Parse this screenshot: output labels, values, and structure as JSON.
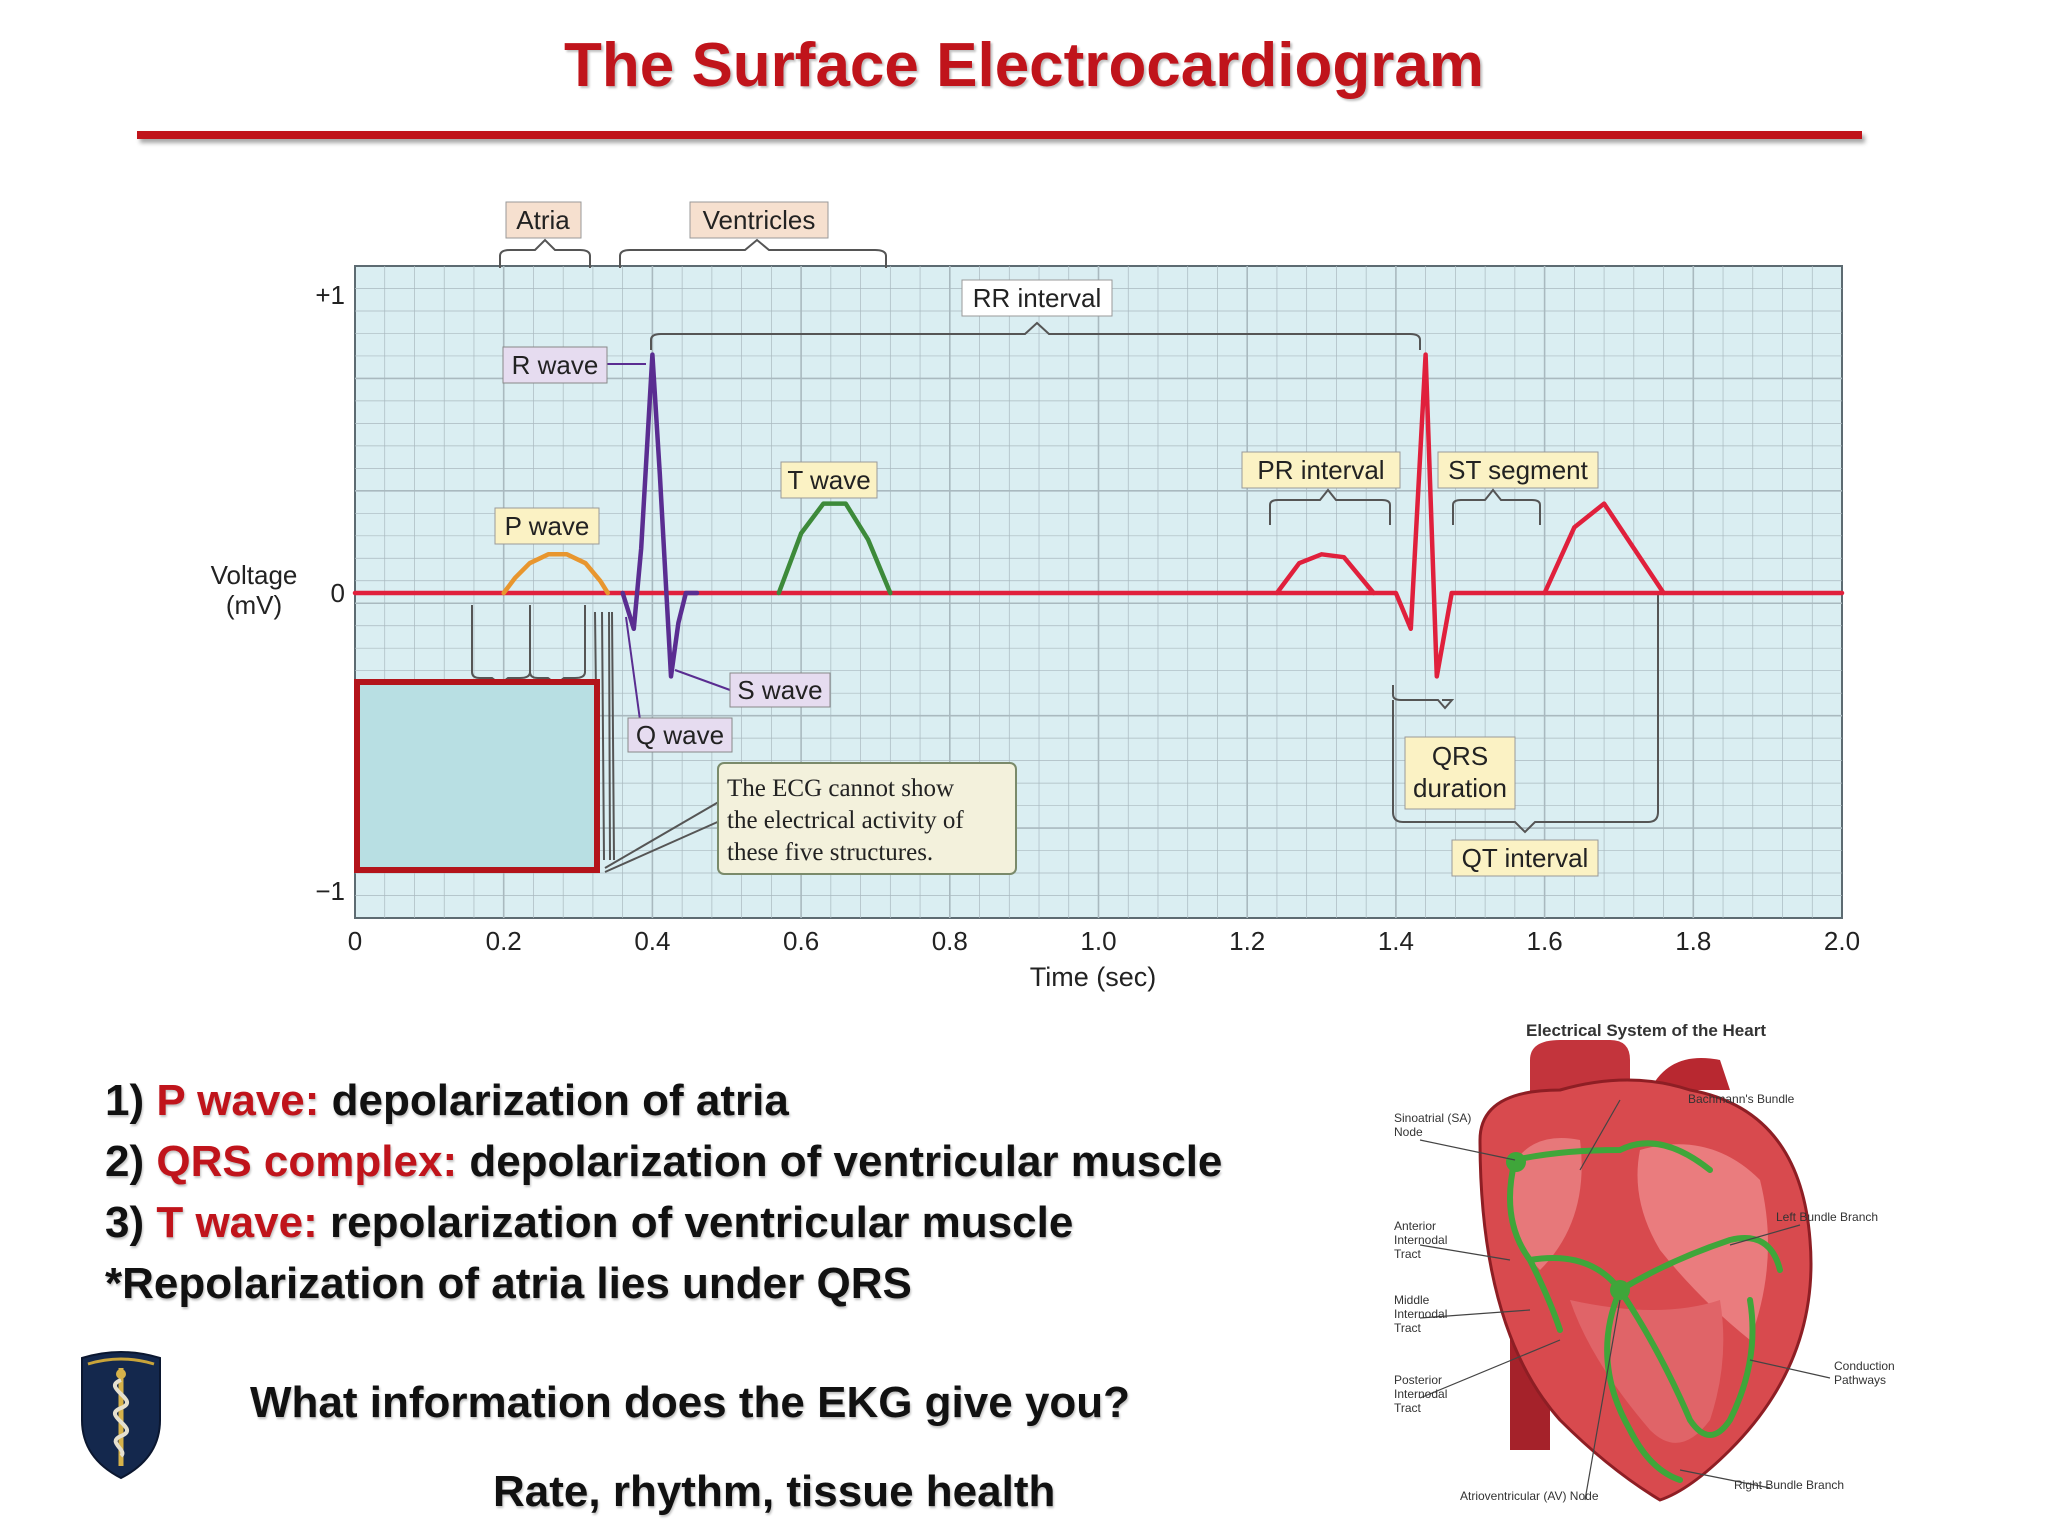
{
  "slide": {
    "title": "The Surface Electrocardiogram",
    "colors": {
      "accent": "#c0141b",
      "grid_bg": "#daeef2",
      "grid_line": "#9aa7ad",
      "callout_bg": "#f6f0dc"
    }
  },
  "chart_data": {
    "type": "line",
    "xlabel": "Time (sec)",
    "ylabel": "Voltage\n(mV)",
    "xlim": [
      0,
      2.0
    ],
    "ylim": [
      -1.1,
      1.0
    ],
    "x_ticks": [
      "0",
      "0.2",
      "0.4",
      "0.6",
      "0.8",
      "1.0",
      "1.2",
      "1.4",
      "1.6",
      "1.8",
      "2.0"
    ],
    "y_ticks": [
      "+1",
      "0",
      "−1"
    ],
    "grid": true,
    "series": [
      {
        "color": "#e0203c",
        "x": [
          0,
          0.2,
          1.24,
          1.4,
          1.42,
          1.44,
          1.455,
          1.475,
          1.49,
          1.52,
          1.56,
          1.6,
          1.76,
          2.0
        ],
        "y": [
          0,
          0,
          0,
          0,
          -0.12,
          0.8,
          -0.28,
          0.0,
          0,
          0,
          0,
          0,
          0,
          0
        ]
      },
      {
        "name": "P wave",
        "color": "#e8962e",
        "x": [
          0.2,
          0.215,
          0.235,
          0.26,
          0.285,
          0.31,
          0.33,
          0.34
        ],
        "y": [
          0,
          0.05,
          0.1,
          0.13,
          0.13,
          0.1,
          0.04,
          0
        ]
      },
      {
        "name": "QRS",
        "color": "#5a2d91",
        "x": [
          0.36,
          0.375,
          0.385,
          0.4,
          0.41,
          0.425,
          0.435,
          0.445,
          0.46
        ],
        "y": [
          0,
          -0.12,
          0.15,
          0.8,
          0.4,
          -0.28,
          -0.1,
          0.0,
          0
        ]
      },
      {
        "name": "T wave",
        "color": "#3d8a3a",
        "x": [
          0.57,
          0.6,
          0.63,
          0.66,
          0.69,
          0.72
        ],
        "y": [
          0,
          0.2,
          0.3,
          0.3,
          0.18,
          0
        ]
      },
      {
        "name": "P wave 2",
        "color": "#e0203c",
        "x": [
          1.24,
          1.27,
          1.3,
          1.33,
          1.35,
          1.37
        ],
        "y": [
          0,
          0.1,
          0.13,
          0.12,
          0.06,
          0
        ]
      },
      {
        "name": "T wave 2",
        "color": "#e0203c",
        "x": [
          1.6,
          1.64,
          1.68,
          1.72,
          1.76
        ],
        "y": [
          0,
          0.22,
          0.3,
          0.15,
          0
        ]
      }
    ],
    "labels": {
      "atria": "Atria",
      "ventricles": "Ventricles",
      "rr_interval": "RR interval",
      "r_wave": "R wave",
      "p_wave": "P wave",
      "t_wave": "T wave",
      "pr_interval": "PR interval",
      "st_segment": "ST segment",
      "s_wave": "S wave",
      "q_wave": "Q wave",
      "qrs_duration_1": "QRS",
      "qrs_duration_2": "duration",
      "qt_interval": "QT interval",
      "note_1": "The ECG cannot show",
      "note_2": "the electrical activity of",
      "note_3": "these five structures."
    }
  },
  "bullets": [
    {
      "num": "1)",
      "key": "P wave:",
      "text": " depolarization of atria"
    },
    {
      "num": "2)",
      "key": "QRS complex:",
      "text": " depolarization of ventricular muscle"
    },
    {
      "num": "3)",
      "key": "T wave:",
      "text": " repolarization of ventricular muscle"
    }
  ],
  "note": "*Repolarization of atria lies under QRS",
  "question": "What information does the EKG give you?",
  "answer": "Rate, rhythm, tissue health",
  "heart": {
    "title": "Electrical System of the Heart",
    "labels": {
      "sa_node_1": "Sinoatrial (SA)",
      "sa_node_2": "Node",
      "bachmann": "Bachmann's Bundle",
      "left_bundle": "Left Bundle Branch",
      "anterior_1": "Anterior",
      "anterior_2": "Internodal",
      "anterior_3": "Tract",
      "middle_1": "Middle",
      "middle_2": "Internodal",
      "middle_3": "Tract",
      "posterior_1": "Posterior",
      "posterior_2": "Internodal",
      "posterior_3": "Tract",
      "conduction_1": "Conduction",
      "conduction_2": "Pathways",
      "av_node": "Atrioventricular (AV) Node",
      "right_bundle": "Right Bundle Branch"
    }
  },
  "logo": {
    "name": "caduceus-shield"
  }
}
